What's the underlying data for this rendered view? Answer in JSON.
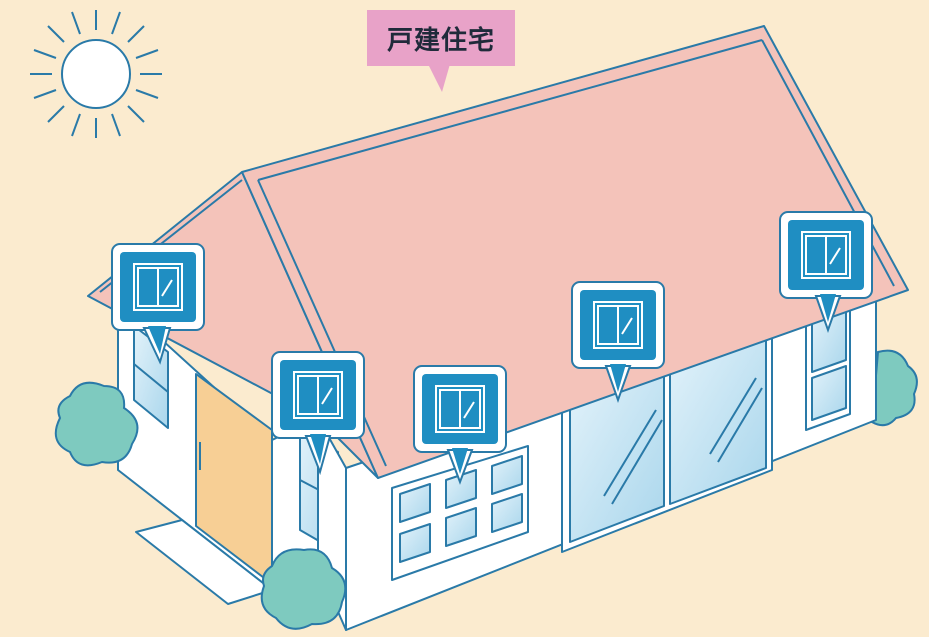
{
  "label": {
    "text": "戸建住宅"
  },
  "markers": [
    {
      "name": "window-marker-left-gable",
      "icon": "window-icon"
    },
    {
      "name": "window-marker-left-wing-corner",
      "icon": "window-icon"
    },
    {
      "name": "window-marker-front-small",
      "icon": "window-icon"
    },
    {
      "name": "window-marker-front-large",
      "icon": "window-icon"
    },
    {
      "name": "window-marker-right-end",
      "icon": "window-icon"
    }
  ],
  "colors": {
    "background": "#fbebcf",
    "roof": "#f4c3ba",
    "outline": "#2a7aa8",
    "wall": "#ffffff",
    "door": "#f7cf95",
    "glass": "#bfe0f0",
    "marker": "#1f8ec2",
    "tag": "#e8a2c8",
    "bush": "#7ecabf",
    "sun": "#ffffff"
  }
}
